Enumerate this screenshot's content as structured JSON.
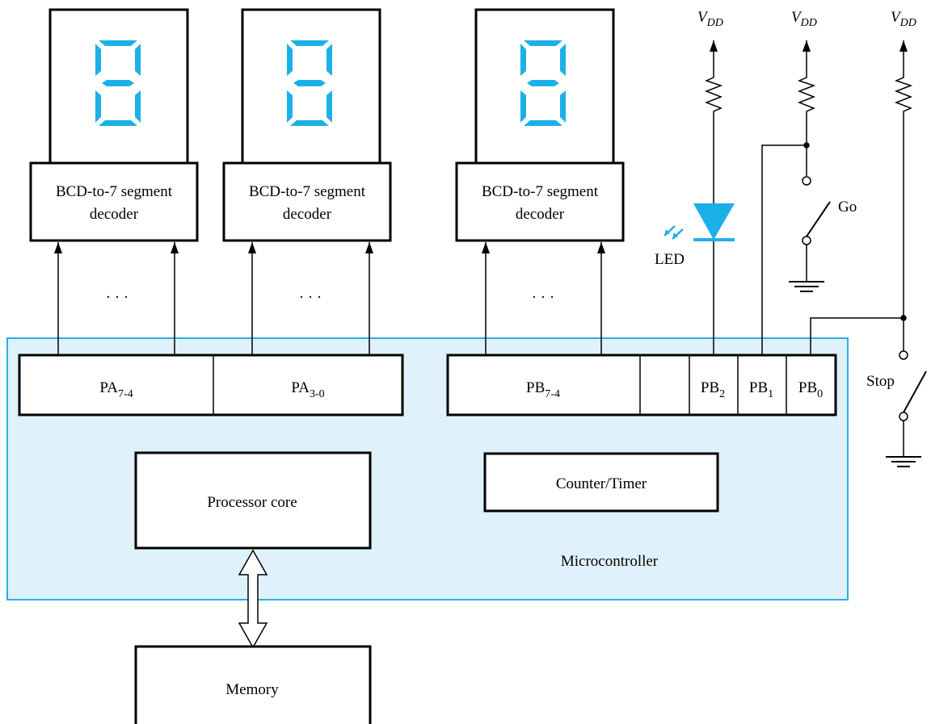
{
  "colors": {
    "microcontroller_fill": "#dff1fa",
    "microcontroller_border": "#29aee3",
    "segment": "#1cb0e8",
    "led": "#1cb0e8"
  },
  "decoders": [
    {
      "line1": "BCD-to-7 segment",
      "line2": "decoder"
    },
    {
      "line1": "BCD-to-7 segment",
      "line2": "decoder"
    },
    {
      "line1": "BCD-to-7 segment",
      "line2": "decoder"
    }
  ],
  "ellipsis": "· · ·",
  "ports": {
    "pa_high": {
      "base": "PA",
      "sub": "7-4"
    },
    "pa_low": {
      "base": "PA",
      "sub": "3-0"
    },
    "pb_high": {
      "base": "PB",
      "sub": "7-4"
    },
    "pb2": {
      "base": "PB",
      "sub": "2"
    },
    "pb1": {
      "base": "PB",
      "sub": "1"
    },
    "pb0": {
      "base": "PB",
      "sub": "0"
    }
  },
  "vdd": {
    "base": "V",
    "sub": "DD"
  },
  "led_label": "LED",
  "go_label": "Go",
  "stop_label": "Stop",
  "processor_label": "Processor core",
  "counter_label": "Counter/Timer",
  "microcontroller_label": "Microcontroller",
  "memory_label": "Memory"
}
